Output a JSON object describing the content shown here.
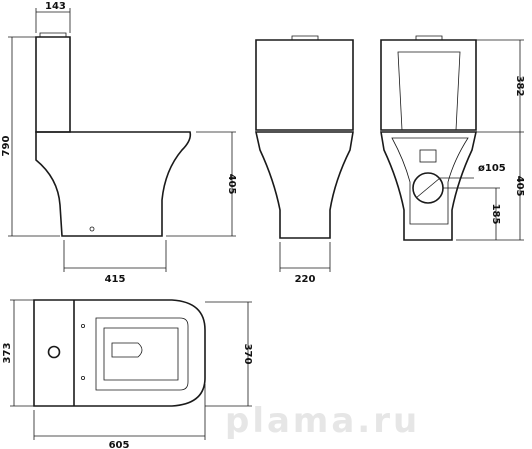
{
  "dimensions": {
    "tank_width_side": "143",
    "total_height": "790",
    "base_depth_side": "415",
    "seat_height": "405",
    "front_width_base": "220",
    "tank_height": "382",
    "rear_outlet_height": "405",
    "outlet_diameter": "ø105",
    "outlet_center_height": "185",
    "plan_length": "605",
    "plan_tank_depth": "373",
    "plan_bowl_width": "370"
  },
  "watermark": "plama.ru"
}
